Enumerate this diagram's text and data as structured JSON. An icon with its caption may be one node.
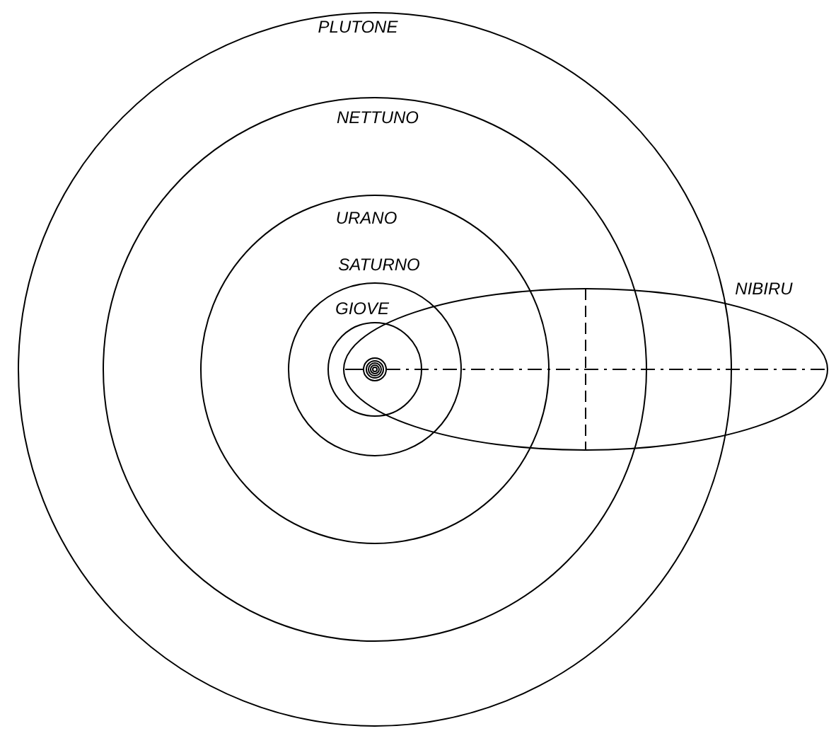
{
  "diagram": {
    "labels": [
      "PLUTONE",
      "NETTUNO",
      "URANO",
      "SATURNO",
      "GIOVE",
      "NIBIRU"
    ]
  }
}
